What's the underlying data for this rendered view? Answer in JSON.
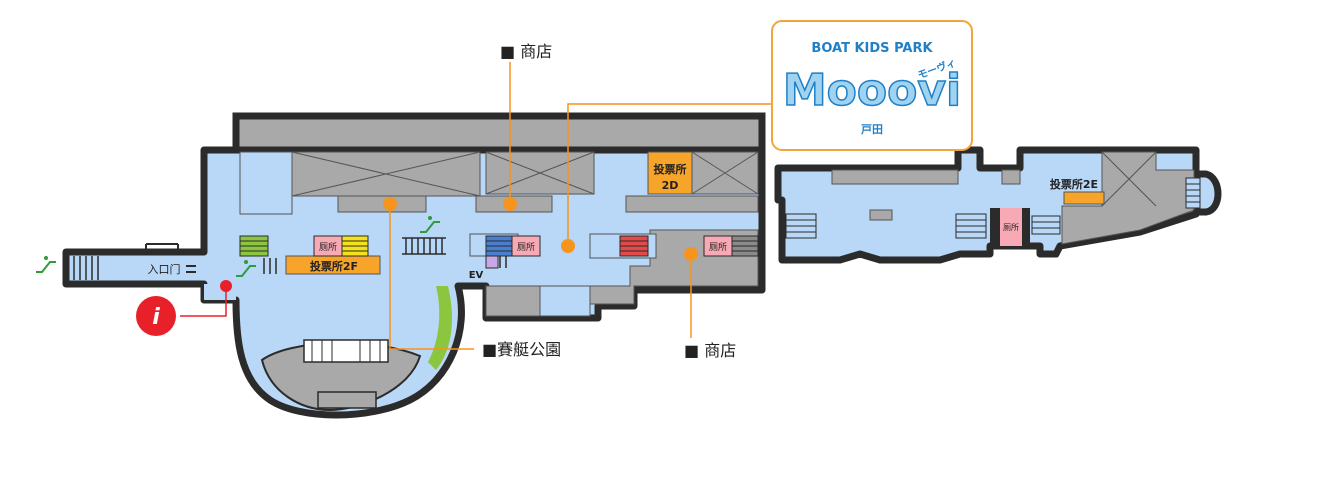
{
  "colors": {
    "wall": "#2b2b2b",
    "floor": "#b9d7f6",
    "gray": "#a9a9a9",
    "orange": "#f7a42b",
    "callout_line": "#f7941d",
    "toilet": "#f7a9b5",
    "green_esc": "#2f9b3b",
    "info_red": "#e8202a",
    "stairs_green": "#8cc63f",
    "stairs_yellow": "#f5e21b",
    "stairs_red": "#e34a4a",
    "stairs_blue": "#4a7fd0",
    "logo_blue": "#1f80c8",
    "logo_light": "#9fd3ef",
    "logo_border": "#f4a53a"
  },
  "callouts": {
    "shop_top": "■ 商店",
    "shop_bottom": "■ 商店",
    "park": "■賽艇公園"
  },
  "logo": {
    "top": "BOAT KIDS PARK",
    "brand": "Mooovi",
    "kana": "モーヴィ",
    "sub": "戸田"
  },
  "labels": {
    "entrance": "入口门",
    "voting_2f": "投票所2F",
    "voting_2d_line1": "投票所",
    "voting_2d_line2": "2D",
    "voting_2e": "投票所2E",
    "ev": "EV",
    "toilet": "厕所"
  },
  "icons": {
    "info": "info-icon",
    "escalator": "escalator-icon",
    "stairs": "stairs-icon"
  }
}
